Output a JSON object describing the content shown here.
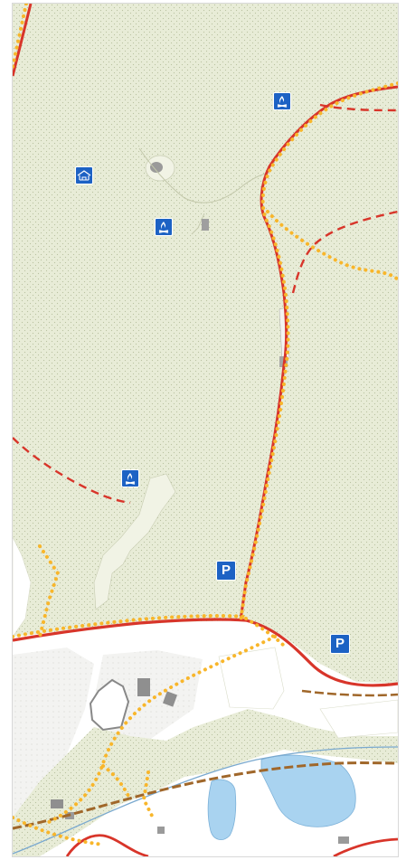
{
  "map": {
    "colors": {
      "forest": "#e8ecd7",
      "forest_dot": "#b9c1a0",
      "meadow": "#eef1e2",
      "built_area": "#f3f3f1",
      "water": "#a9d3f0",
      "road_red": "#d8352a",
      "trail_orange": "#f8b62b",
      "trail_red_dashed": "#d8352a",
      "rail_brown": "#a0672a",
      "poi_blue": "#1d62c4"
    },
    "pois": [
      {
        "type": "campfire",
        "icon": "campfire-icon"
      },
      {
        "type": "shelter",
        "icon": "shelter-icon"
      },
      {
        "type": "campfire",
        "icon": "campfire-icon"
      },
      {
        "type": "campfire",
        "icon": "campfire-icon"
      },
      {
        "type": "parking",
        "icon": "parking-icon",
        "label": "P"
      },
      {
        "type": "parking",
        "icon": "parking-icon",
        "label": "P"
      }
    ]
  }
}
